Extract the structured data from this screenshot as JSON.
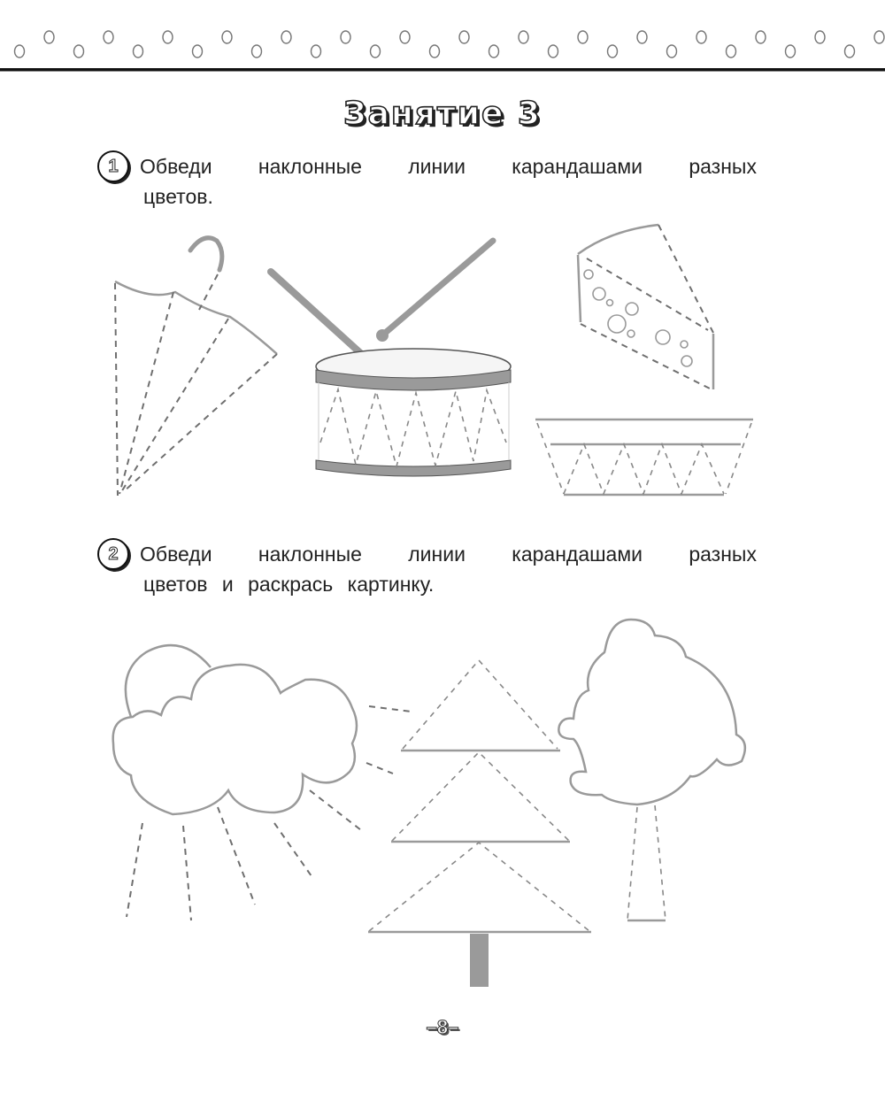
{
  "header": {
    "decoration": "dotted-border-beads",
    "title": "Занятие 3"
  },
  "tasks": [
    {
      "number": "1",
      "line1_words": [
        "Обведи",
        "наклонные",
        "линии",
        "карандашами",
        "разных"
      ],
      "line2": "цветов.",
      "pictures": [
        "umbrella",
        "drum-with-sticks",
        "cheese-wedge",
        "basket"
      ]
    },
    {
      "number": "2",
      "line1_words": [
        "Обведи",
        "наклонные",
        "линии",
        "карандашами",
        "разных"
      ],
      "line2": "цветов и раскрась картинку.",
      "pictures": [
        "sun-behind-cloud",
        "fir-tree",
        "deciduous-tree"
      ]
    }
  ],
  "footer": {
    "page_number": "–8–"
  },
  "colors": {
    "outline": "#8c8c8c",
    "dash": "#7a7a7a",
    "fill_gray": "#9a9a9a",
    "text": "#222222"
  }
}
